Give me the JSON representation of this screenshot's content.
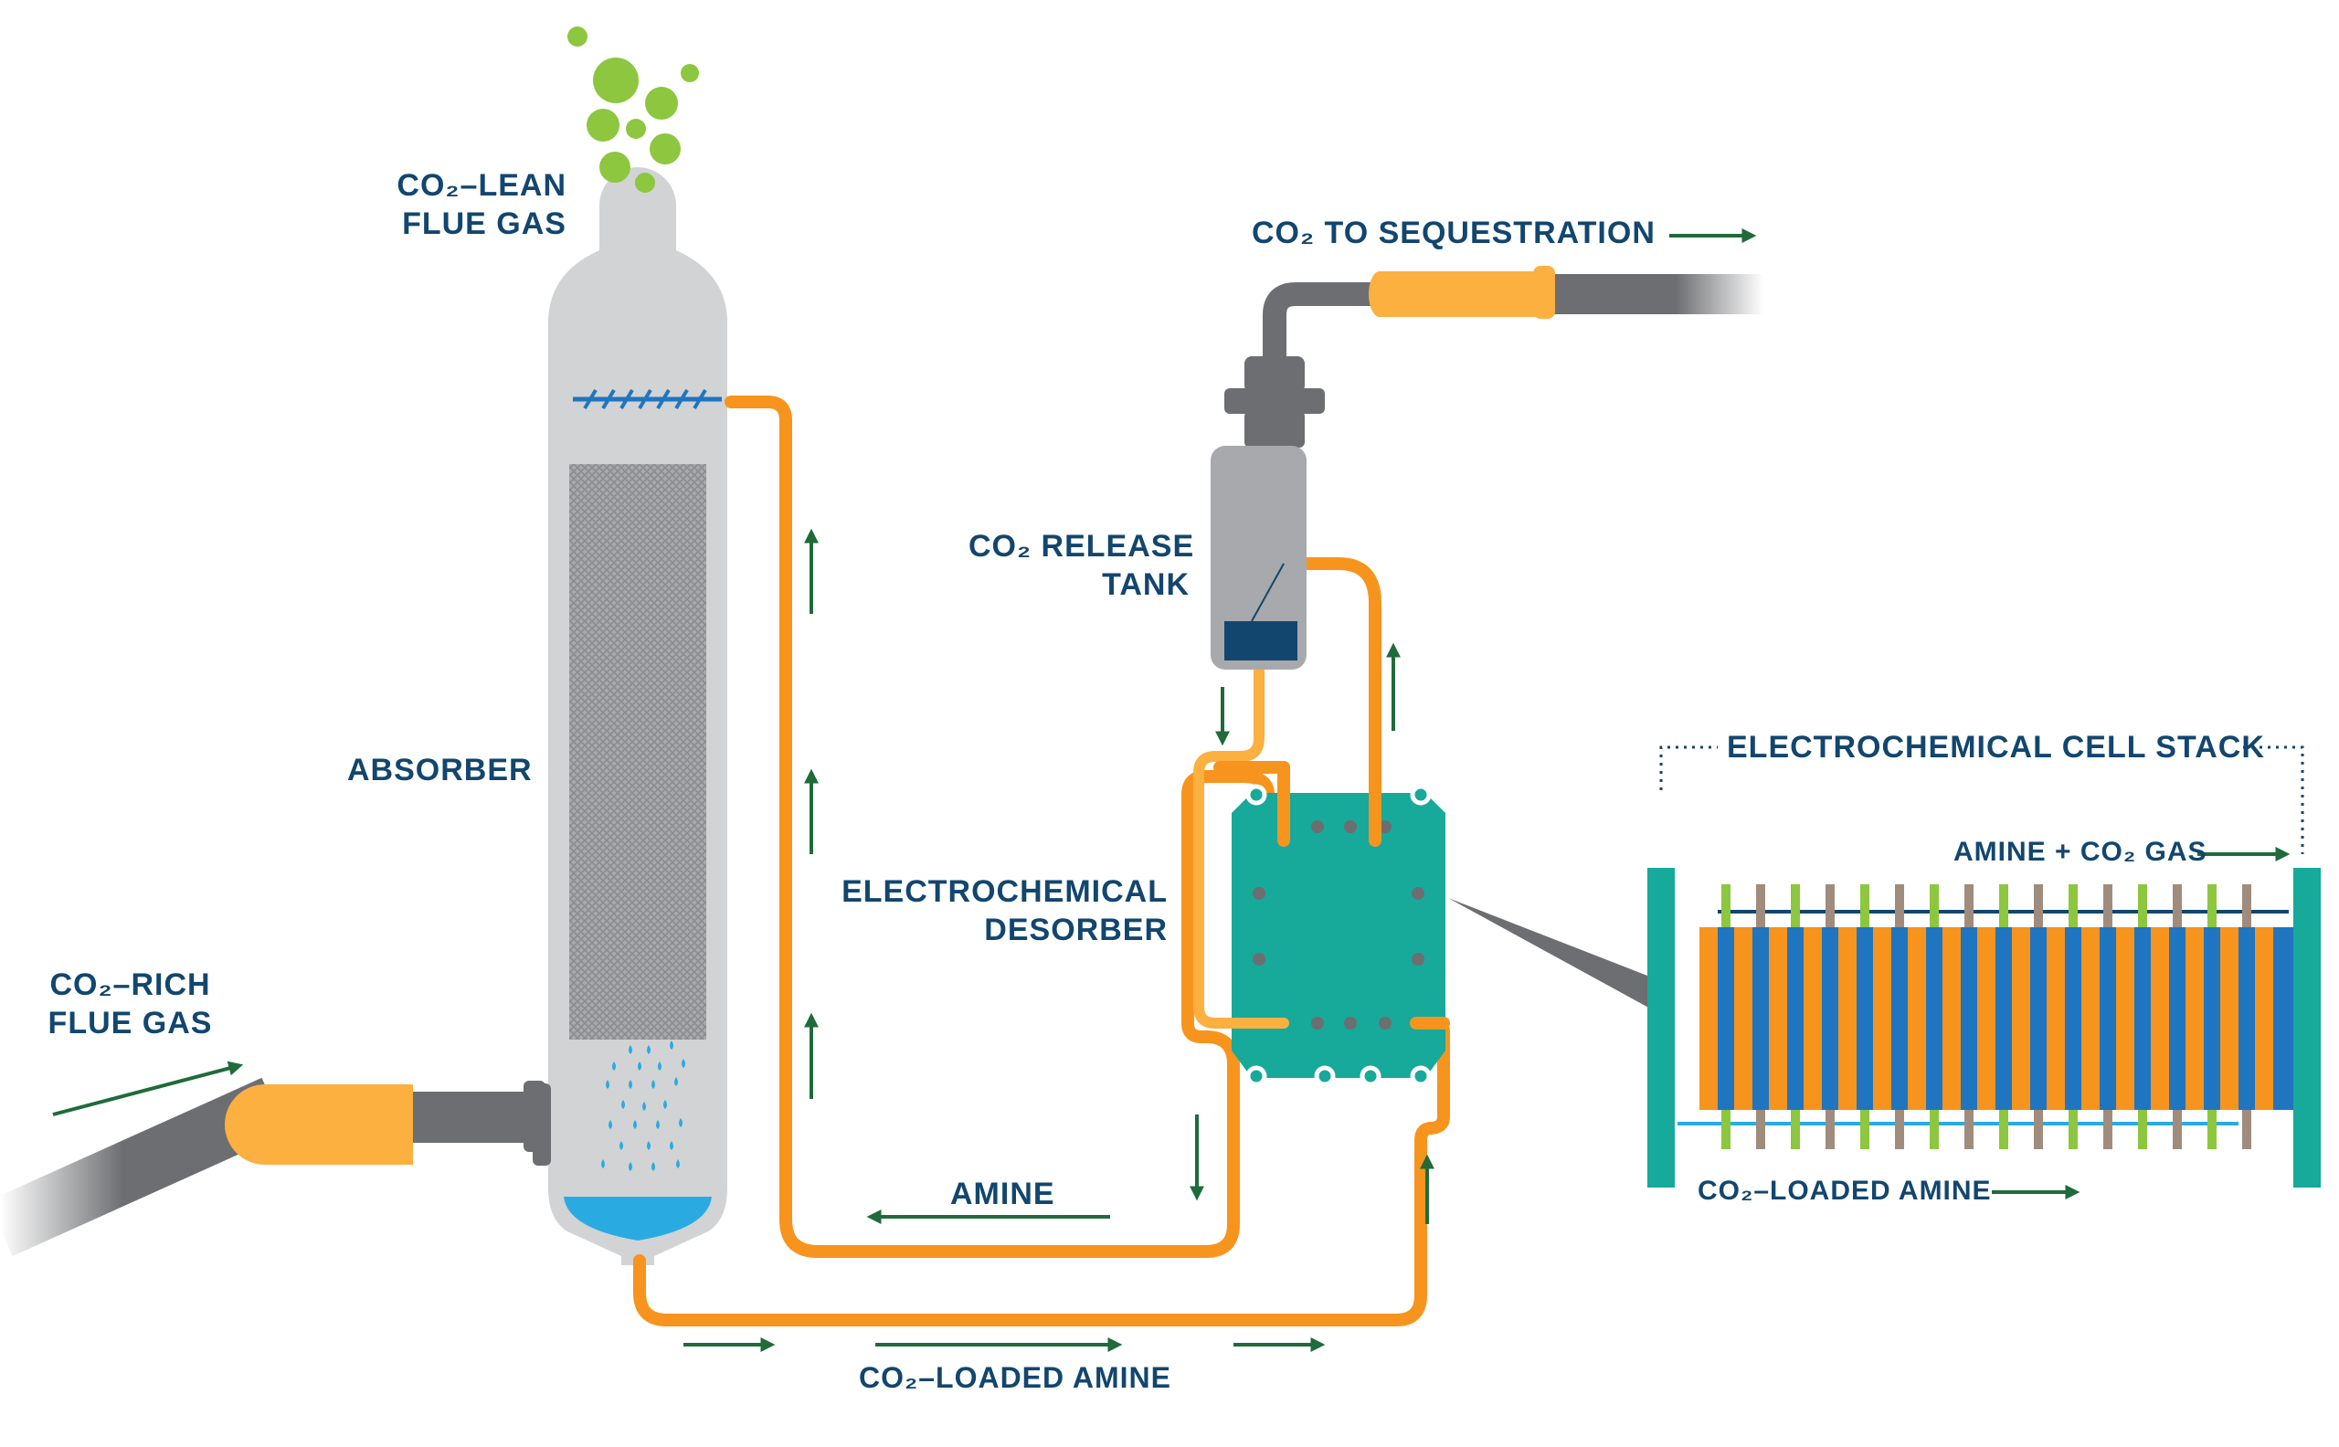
{
  "labels": {
    "lean_gas": [
      "CO₂–LEAN",
      "FLUE GAS"
    ],
    "rich_gas": [
      "CO₂–RICH",
      "FLUE GAS"
    ],
    "absorber": "ABSORBER",
    "sequestration": "CO₂ TO SEQUESTRATION",
    "release_tank": [
      "CO₂ RELEASE",
      "TANK"
    ],
    "desorber": [
      "ELECTROCHEMICAL",
      "DESORBER"
    ],
    "amine": "AMINE",
    "loaded_amine_bottom": "CO₂–LOADED AMINE",
    "cell_stack_title": "ELECTROCHEMICAL CELL STACK",
    "amine_co2_gas": "AMINE + CO₂ GAS",
    "loaded_amine_stack": "CO₂–LOADED AMINE"
  },
  "colors": {
    "navy": "#12466e",
    "arrow_green": "#1f6b3a",
    "pipe_orange": "#f7941d",
    "coupling_orange": "#fbb040",
    "light_orange": "#fbb040",
    "bubble_green": "#8dc63f",
    "teal": "#17a99a",
    "vessel_gray": "#d1d3d4",
    "pipe_gray": "#6d6e71",
    "cell_blue": "#1f75bf",
    "cell_orange": "#f7941d",
    "rod_green": "#8dc63f",
    "rod_brown": "#a08c7d",
    "water_blue": "#29abe2"
  },
  "icons": [
    "arrow-up-icon",
    "arrow-down-icon",
    "arrow-right-icon",
    "arrow-left-icon",
    "bubble-icon",
    "droplet-icon"
  ]
}
